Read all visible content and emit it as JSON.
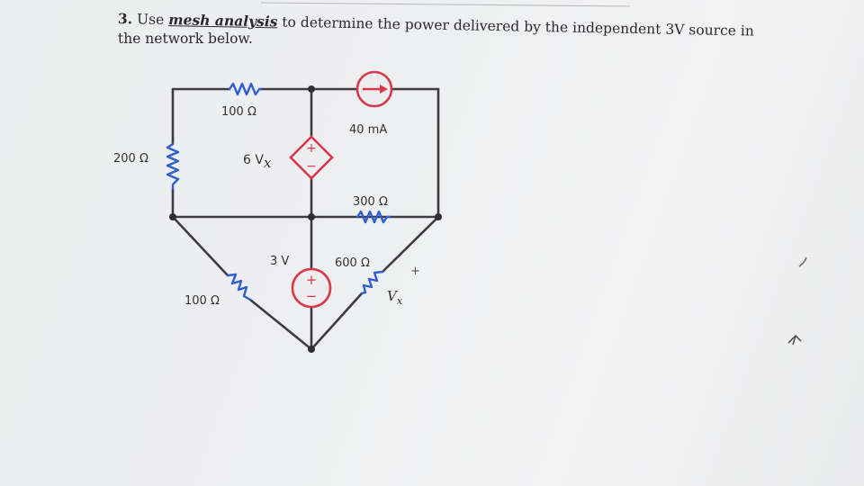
{
  "problem": {
    "number": "3.",
    "pre": "Use ",
    "emphasis": "mesh analysis",
    "post": " to determine the power delivered by the independent 3V source in",
    "line2": "the network below."
  },
  "circuit": {
    "r_top": "100 Ω",
    "r_left": "200 Ω",
    "r_mid": "300 Ω",
    "r_bottom_left": "100 Ω",
    "r_bottom_right": "600 Ω",
    "current_source": "40 mA",
    "dep_source_coeff": "6 V",
    "dep_source_sub": "x",
    "voltage_source": "3 V",
    "vx_plus": "+",
    "vx_var": "V",
    "vx_sub": "x",
    "plus_sign": "+",
    "minus_sign": "−"
  },
  "colors": {
    "wire": "#3c3c42",
    "resistor": "#2f5fd0",
    "source": "#d8384a"
  }
}
